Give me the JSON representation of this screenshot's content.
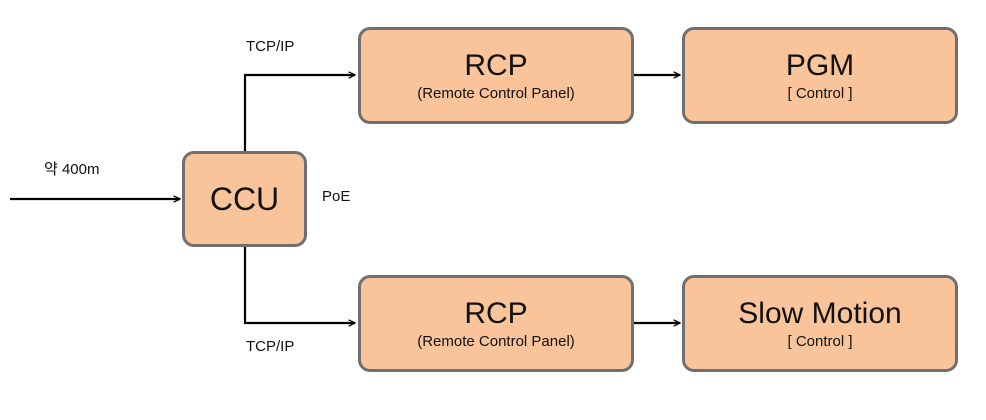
{
  "diagram": {
    "input_label": "약 400m",
    "ccu": {
      "title": "CCU"
    },
    "poe_label": "PoE",
    "upper": {
      "link_label": "TCP/IP",
      "rcp": {
        "title": "RCP",
        "subtitle": "(Remote Control Panel)"
      },
      "target": {
        "title": "PGM",
        "subtitle": "[ Control ]"
      }
    },
    "lower": {
      "link_label": "TCP/IP",
      "rcp": {
        "title": "RCP",
        "subtitle": "(Remote Control Panel)"
      },
      "target": {
        "title": "Slow Motion",
        "subtitle": "[ Control ]"
      }
    },
    "colors": {
      "box_fill": "#f9c49a",
      "box_border": "#6f6f6f",
      "line": "#000000"
    }
  }
}
